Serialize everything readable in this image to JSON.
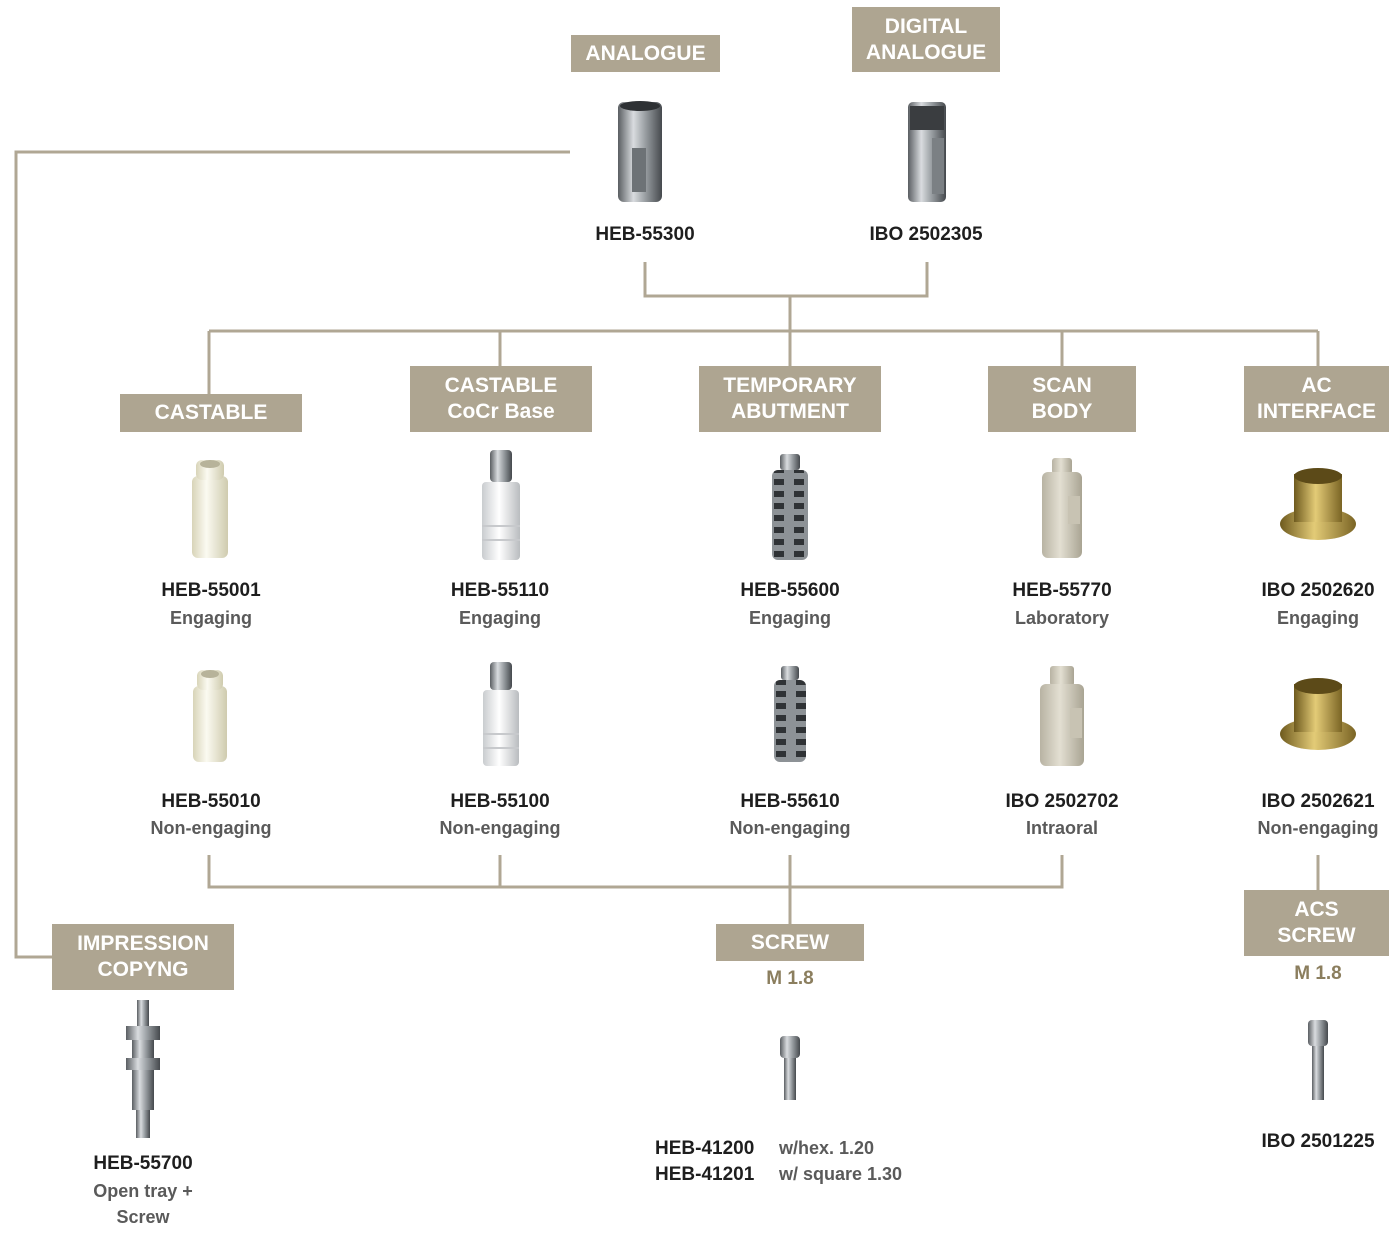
{
  "colors": {
    "connector": "#b0a794",
    "label_bg": "#aea591",
    "label_text": "#ffffff",
    "spec_text": "#8b7e5e"
  },
  "top": {
    "analogue": {
      "title": "ANALOGUE",
      "code": "HEB-55300",
      "icon": "lab-analogue-icon"
    },
    "digital_analogue": {
      "title_1": "DIGITAL",
      "title_2": "ANALOGUE",
      "code": "IBO 2502305",
      "icon": "digital-analogue-icon"
    }
  },
  "columns": [
    {
      "title_1": "",
      "title_2": "CASTABLE",
      "items": [
        {
          "code": "HEB-55001",
          "desc": "Engaging"
        },
        {
          "code": "HEB-55010",
          "desc": "Non-engaging"
        }
      ]
    },
    {
      "title_1": "CASTABLE",
      "title_2": "CoCr Base",
      "items": [
        {
          "code": "HEB-55110",
          "desc": "Engaging"
        },
        {
          "code": "HEB-55100",
          "desc": "Non-engaging"
        }
      ]
    },
    {
      "title_1": "TEMPORARY",
      "title_2": "ABUTMENT",
      "items": [
        {
          "code": "HEB-55600",
          "desc": "Engaging"
        },
        {
          "code": "HEB-55610",
          "desc": "Non-engaging"
        }
      ]
    },
    {
      "title_1": "SCAN",
      "title_2": "BODY",
      "items": [
        {
          "code": "HEB-55770",
          "desc": "Laboratory"
        },
        {
          "code": "IBO 2502702",
          "desc": "Intraoral"
        }
      ]
    },
    {
      "title_1": "AC",
      "title_2": "INTERFACE",
      "items": [
        {
          "code": "IBO 2502620",
          "desc": "Engaging"
        },
        {
          "code": "IBO 2502621",
          "desc": "Non-engaging"
        }
      ]
    }
  ],
  "impression": {
    "title_1": "IMPRESSION",
    "title_2": "COPYNG",
    "code": "HEB-55700",
    "desc_1": "Open tray +",
    "desc_2": "Screw"
  },
  "screw": {
    "title": "SCREW",
    "spec": "M 1.8",
    "rows": [
      {
        "code": "HEB-41200",
        "desc": "w/hex. 1.20"
      },
      {
        "code": "HEB-41201",
        "desc": "w/ square 1.30"
      }
    ]
  },
  "acs_screw": {
    "title_1": "ACS",
    "title_2": "SCREW",
    "spec": "M 1.8",
    "code": "IBO 2501225"
  }
}
